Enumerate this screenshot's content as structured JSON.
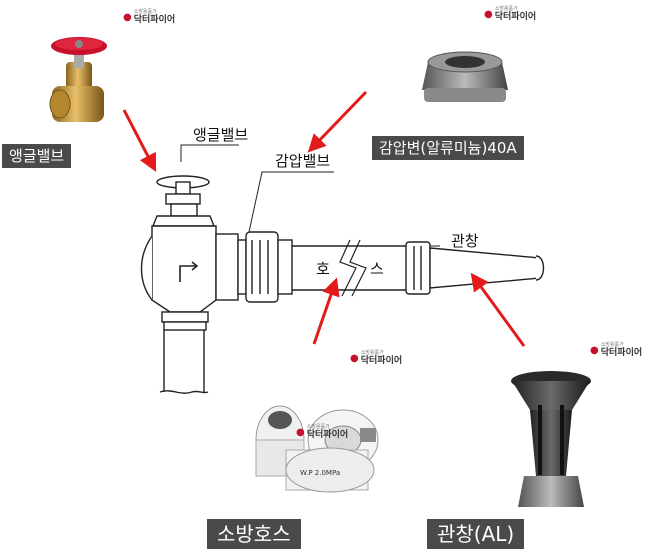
{
  "labels": {
    "angle_valve": "앵글밸브",
    "reducing_valve": "감압밸브",
    "hose_left": "호",
    "hose_right": "스",
    "nozzle": "관창"
  },
  "tags": {
    "angle_valve": "앵글밸브",
    "reducer": "감압변(알류미늄)40A",
    "fire_hose": "소방호스",
    "nozzle_al": "관창(AL)"
  },
  "watermark": {
    "brand": "닥터파이어",
    "sub": "소방용품가"
  },
  "colors": {
    "arrow": "#e41b1b",
    "tag_bg": "#4a4a4a",
    "valve_handle": "#c8102e",
    "brass": "#c99a3a"
  }
}
